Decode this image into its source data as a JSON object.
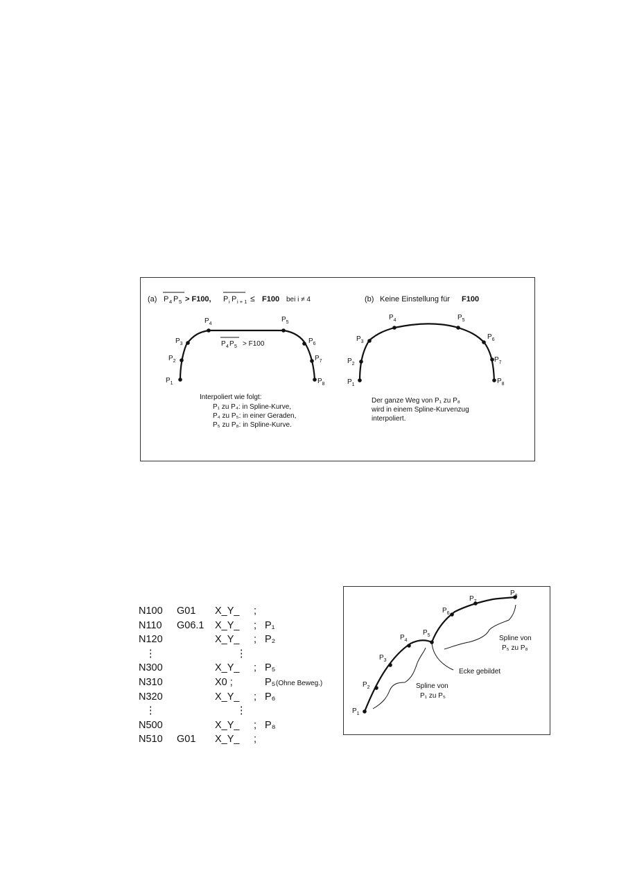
{
  "figure_a": {
    "label": "(a)",
    "heading_seg_1": "P",
    "heading_seg_1_sub1": "4",
    "heading_seg_1_sub2": "5",
    "heading_cmp_1": "> F100,",
    "heading_seg_2": "P",
    "heading_seg_2_sub1": "i",
    "heading_seg_2_sub2": "i + 1",
    "heading_cmp_2": "≤",
    "heading_f": "F100",
    "heading_tail": "bei i ≠ 4",
    "points": [
      "P1",
      "P2",
      "P3",
      "P4",
      "P5",
      "P6",
      "P7",
      "P8"
    ],
    "segment_note_1": "P",
    "segment_note_sub1": "4",
    "segment_note_sub2": "5",
    "segment_note_cmp": "> F100",
    "note_lines": [
      "Interpoliert wie folgt:",
      "P₁ zu P₄: in Spline-Kurve,",
      "P₄ zu P₅: in einer Geraden,",
      "P₅ zu P₈: in Spline-Kurve."
    ]
  },
  "figure_b": {
    "label": "(b)",
    "heading": "Keine Einstellung für",
    "heading_bold": "F100",
    "points": [
      "P1",
      "P2",
      "P3",
      "P4",
      "P5",
      "P6",
      "P7",
      "P8"
    ],
    "note_lines": [
      "Der ganze Weg von P₁ zu P₈",
      "wird in einem Spline-Kurvenzug",
      "interpoliert."
    ]
  },
  "program": {
    "rows": [
      {
        "n": "N100",
        "g": "G01",
        "xy": "X_Y_",
        "sc": ";",
        "p": "",
        "note": ""
      },
      {
        "n": "N110",
        "g": "G06.1",
        "xy": "X_Y_",
        "sc": ";",
        "p": "P₁",
        "note": ""
      },
      {
        "n": "N120",
        "g": "",
        "xy": "X_Y_",
        "sc": ";",
        "p": "P₂",
        "note": ""
      },
      {
        "n": "⋮",
        "g": "",
        "xy": "⋮",
        "sc": "",
        "p": "",
        "note": ""
      },
      {
        "n": "N300",
        "g": "",
        "xy": "X_Y_",
        "sc": ";",
        "p": "P₅",
        "note": ""
      },
      {
        "n": "N310",
        "g": "",
        "xy": "X0 ;",
        "sc": "",
        "p": "P₅",
        "note": "(Ohne Beweg.)"
      },
      {
        "n": "N320",
        "g": "",
        "xy": "X_Y_",
        "sc": ";",
        "p": "P₆",
        "note": ""
      },
      {
        "n": "⋮",
        "g": "",
        "xy": "⋮",
        "sc": "",
        "p": "",
        "note": ""
      },
      {
        "n": "N500",
        "g": "",
        "xy": "X_Y_",
        "sc": ";",
        "p": "P₈",
        "note": ""
      },
      {
        "n": "N510",
        "g": "G01",
        "xy": "X_Y_",
        "sc": ";",
        "p": "",
        "note": ""
      }
    ]
  },
  "figure_c": {
    "points": [
      "P1",
      "P2",
      "P3",
      "P4",
      "P5",
      "P6",
      "P7",
      "P8"
    ],
    "label_spline_1_line1": "Spline von",
    "label_spline_1_line2": "P₁ zu P₅",
    "label_spline_2_line1": "Spline von",
    "label_spline_2_line2": "P₅ zu P₈",
    "label_corner": "Ecke gebildet"
  }
}
